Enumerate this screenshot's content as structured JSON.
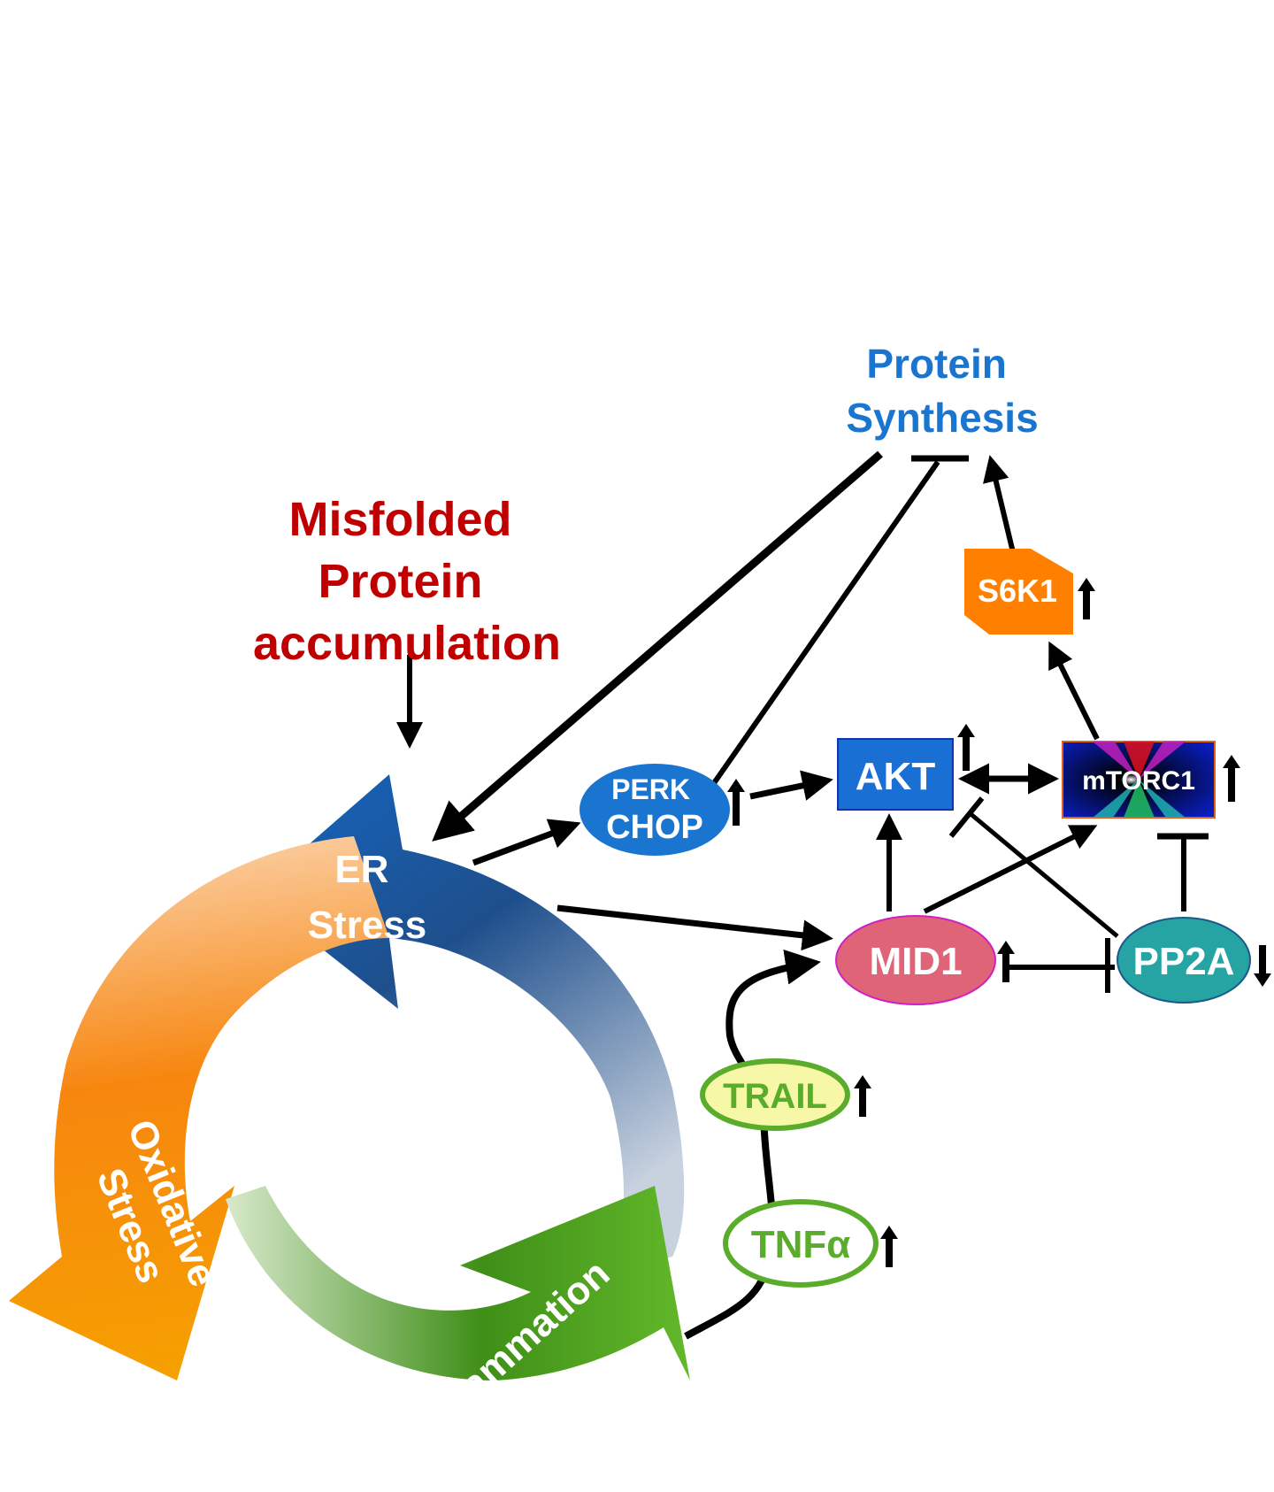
{
  "title_labels": {
    "protein_synthesis": [
      "Protein",
      "Synthesis"
    ],
    "misfolded": [
      "Misfolded",
      "Protein",
      "accumulation"
    ]
  },
  "cycle": {
    "er_stress": [
      "ER",
      "Stress"
    ],
    "oxidative_stress": [
      "Oxidative",
      "Stress"
    ],
    "inflammation": "Inflammation"
  },
  "nodes": {
    "perk_chop": [
      "PERK",
      "CHOP"
    ],
    "akt": "AKT",
    "mtorc1": "mTORC1",
    "s6k1": "S6K1",
    "mid1": "MID1",
    "pp2a": "PP2A",
    "trail": "TRAIL",
    "tnfa": "TNFα"
  },
  "regulation": {
    "perk_chop": "up",
    "akt": "up",
    "mtorc1": "up",
    "s6k1": "up",
    "mid1": "up",
    "pp2a": "down",
    "trail": "up",
    "tnfa": "up"
  },
  "colors": {
    "protein_synthesis_text": "#1a75d1",
    "misfolded_text": "#c00000",
    "perk_chop": "#1a75d1",
    "akt": "#1a6fd4",
    "s6k1": "#ff8000",
    "mid1": "#e06478",
    "pp2a": "#26a3a3",
    "trail_fill": "#f7f7a8",
    "node_green": "#5aad2a",
    "er_arrow": "#1565c0",
    "oxidative_arrow": "#f7860f",
    "inflammation_arrow": "#4a9a1e"
  }
}
